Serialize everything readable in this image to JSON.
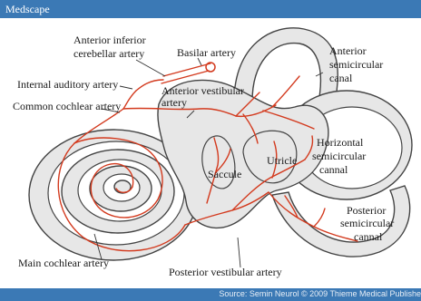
{
  "header": {
    "brand": "Medscape"
  },
  "footer": {
    "source": "Source: Semin Neurol © 2009 Thieme Medical Publishe"
  },
  "colors": {
    "bar": "#3b79b5",
    "artery": "#d33a1e",
    "duct_fill": "#e7e7e7",
    "outline": "#444444"
  },
  "labels": {
    "aica_line1": "Anterior inferior",
    "aica_line2": "cerebellar artery",
    "basilar": "Basilar artery",
    "internal_auditory": "Internal auditory artery",
    "common_cochlear": "Common cochlear artery",
    "ant_vest_line1": "Anterior vestibular",
    "ant_vest_line2": "artery",
    "ant_canal_line1": "Anterior",
    "ant_canal_line2": "semicircular",
    "ant_canal_line3": "canal",
    "hor_canal_line1": "Horizontal",
    "hor_canal_line2": "semicircular",
    "hor_canal_line3": "cannal",
    "saccule": "Saccule",
    "utricle": "Utricle",
    "post_canal_line1": "Posterior",
    "post_canal_line2": "semicircular",
    "post_canal_line3": "cannal",
    "main_cochlear": "Main cochlear artery",
    "post_vest": "Posterior vestibular artery"
  }
}
